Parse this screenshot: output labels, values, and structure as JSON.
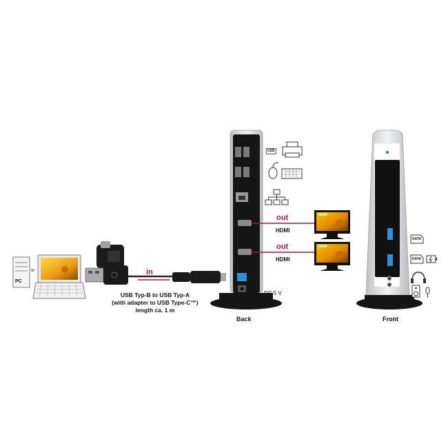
{
  "labels": {
    "pc": "PC",
    "or": "or",
    "in": "in",
    "out_top": "out",
    "hdmi_top": "HDMI",
    "out_bottom": "out",
    "hdmi_bottom": "HDMI",
    "monitor_hdmi_top": "HDMI",
    "monitor_hdmi_bottom": "HDMI",
    "usb_tag": "USB",
    "dc": "DC 5 V",
    "back": "Back",
    "front": "Front",
    "data_tag_1": "DATA",
    "data_tag_2": "DATA"
  },
  "cable_caption": [
    "USB Typ-B to USB Typ-A",
    "(with adapter to USB Type-C™)",
    "length ca. 1 m"
  ],
  "colors": {
    "accent": "#b4123f",
    "dock_body": "#111111",
    "dock_silver": "#d9dadc",
    "usb3_blue": "#2f8fd8",
    "screen_yellow": "#f2b705"
  },
  "icons": [
    "pc-tower-icon",
    "laptop-icon",
    "printer-icon",
    "mouse-icon",
    "keyboard-icon",
    "network-icon",
    "monitor-icon",
    "hdd-icon",
    "battery-icon",
    "headset-icon",
    "speaker-icon",
    "microphone-icon"
  ]
}
